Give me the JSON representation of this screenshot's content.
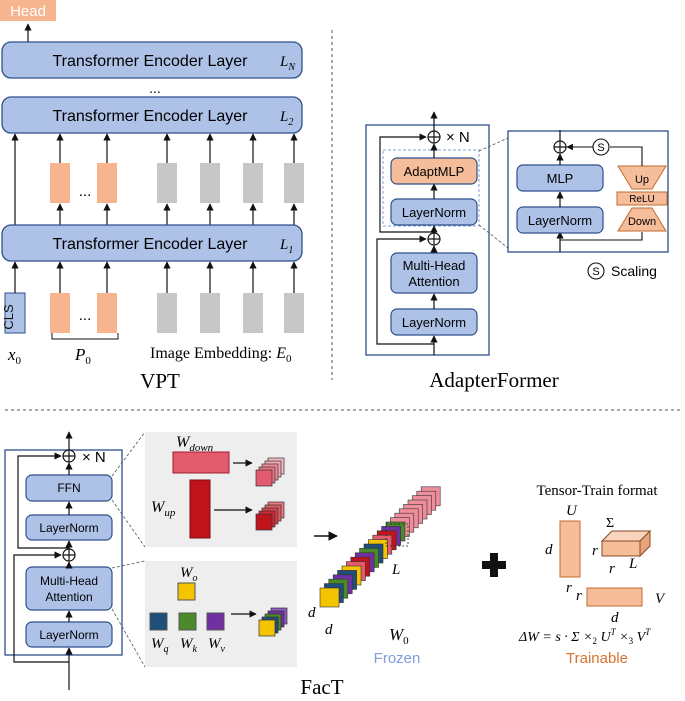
{
  "vpt": {
    "head": "Head",
    "layer_top": "Transformer Encoder Layer",
    "layer_top_sym": "L",
    "layer_top_sub": "N",
    "dots": "...",
    "layer_mid": "Transformer Encoder Layer",
    "layer_mid_sym": "L",
    "layer_mid_sub": "2",
    "prompt_dots": "...",
    "layer_bot": "Transformer Encoder Layer",
    "layer_bot_sym": "L",
    "layer_bot_sub": "1",
    "cls": "CLS",
    "x0": "x",
    "x0_sub": "0",
    "p0": "P",
    "p0_sub": "0",
    "image_embedding": "Image Embedding: ",
    "e0": "E",
    "e0_sub": "0",
    "title": "VPT"
  },
  "adapterformer": {
    "times_n": "× N",
    "adapt_mlp": "AdaptMLP",
    "layernorm_top": "LayerNorm",
    "mha_line1": "Multi-Head",
    "mha_line2": "Attention",
    "layernorm_bot": "LayerNorm",
    "mlp": "MLP",
    "layernorm_detail": "LayerNorm",
    "up": "Up",
    "relu": "ReLU",
    "down": "Down",
    "s_circle": "S",
    "scaling_s": "S",
    "scaling": "Scaling",
    "title": "AdapterFormer"
  },
  "fact": {
    "times_n": "× N",
    "ffn": "FFN",
    "layernorm_top": "LayerNorm",
    "mha_line1": "Multi-Head",
    "mha_line2": "Attention",
    "layernorm_bot": "LayerNorm",
    "w_down": "W",
    "w_down_sub": "down",
    "w_up": "W",
    "w_up_sub": "up",
    "w_o": "W",
    "w_o_sub": "o",
    "w_q": "W",
    "w_q_sub": "q",
    "w_k": "W",
    "w_k_sub": "k",
    "w_v": "W",
    "w_v_sub": "v",
    "tensor_d": "d",
    "tensor_d2": "d",
    "tensor_l": "L",
    "w0": "W",
    "w0_sub": "0",
    "frozen": "Frozen",
    "tt_title": "Tensor-Train format",
    "u": "U",
    "d_left": "d",
    "r_under_u": "r",
    "sigma": "Σ",
    "r_sigma_left": "r",
    "r_sigma_bottom": "r",
    "l_sigma": "L",
    "r_v": "r",
    "v": "V",
    "d_under_v": "d",
    "formula_lhs": "ΔW = s · Σ ×",
    "formula_sub2": "2",
    "formula_mid": " U",
    "formula_t1": "T",
    "formula_x3": " ×",
    "formula_sub3": "3",
    "formula_v": " V",
    "formula_t2": "T",
    "trainable": "Trainable",
    "title": "FacT"
  },
  "colors": {
    "block_fill": "#aec2e8",
    "block_stroke": "#2f4f8c",
    "prompt": "#f6b48f",
    "token": "#c7c7c7",
    "frozen": "#7f9fdc",
    "trainable": "#d9732f",
    "adapter_fill": "#f5bd9a"
  }
}
